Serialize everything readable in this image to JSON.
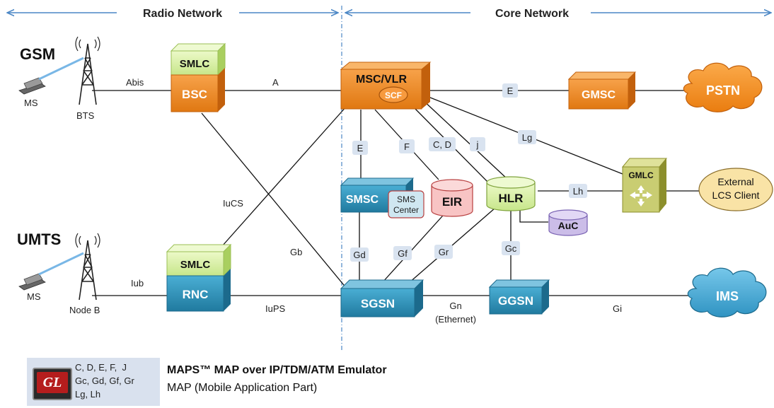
{
  "header": {
    "radio_network": "Radio Network",
    "core_network": "Core Network"
  },
  "technologies": {
    "gsm": "GSM",
    "umts": "UMTS"
  },
  "devices": {
    "ms_gsm": "MS",
    "bts": "BTS",
    "ms_umts": "MS",
    "node_b": "Node B"
  },
  "nodes": {
    "smlc_top": "SMLC",
    "bsc": "BSC",
    "smlc_bottom": "SMLC",
    "rnc": "RNC",
    "msc_vlr": "MSC/VLR",
    "scf": "SCF",
    "gmsc": "GMSC",
    "pstn": "PSTN",
    "smsc": "SMSC",
    "sms_center": "SMS Center",
    "eir": "EIR",
    "hlr": "HLR",
    "auc": "AuC",
    "gmlc": "GMLC",
    "external_lcs": "External LCS Client",
    "sgsn": "SGSN",
    "ggsn": "GGSN",
    "ims": "IMS"
  },
  "links": {
    "abis": "Abis",
    "a": "A",
    "iub": "Iub",
    "iucs": "IuCS",
    "gb": "Gb",
    "iups": "IuPS",
    "gn": "Gn",
    "gn_sub": "(Ethernet)",
    "gi": "Gi"
  },
  "interfaces": {
    "e_top": "E",
    "lg": "Lg",
    "e_left": "E",
    "f": "F",
    "cd": "C, D",
    "j": "j",
    "lh": "Lh",
    "gd": "Gd",
    "gf": "Gf",
    "gr": "Gr",
    "gc": "Gc"
  },
  "legend": {
    "logo": "GL",
    "interfaces_text": "C, D, E, F,  J\nGc, Gd, Gf, Gr\nLg, Lh",
    "product_title": "MAPS™ MAP over IP/TDM/ATM Emulator",
    "product_subtitle": "MAP (Mobile Application Part)"
  },
  "colors": {
    "orange": "#f08a24",
    "teal": "#2e92b8",
    "green_light": "#d9f0a8",
    "pink": "#f6b9b9",
    "purple": "#cbbde8",
    "cloud_orange": "#f7901e",
    "cloud_blue": "#48aed9",
    "ellipse_tan": "#f9e3a6",
    "interface_box": "#d9e3f0",
    "divider": "#4a86c5"
  }
}
